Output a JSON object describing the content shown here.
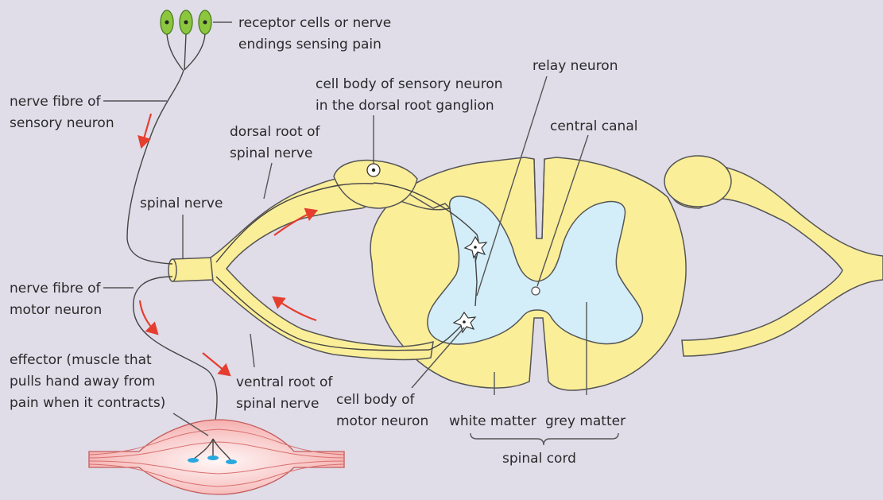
{
  "labels": {
    "receptor_line1": "receptor cells or nerve",
    "receptor_line2": "endings sensing pain",
    "sensory_fibre_line1": "nerve fibre of",
    "sensory_fibre_line2": "sensory neuron",
    "cell_body_sensory_line1": "cell body of sensory neuron",
    "cell_body_sensory_line2": "in the dorsal root ganglion",
    "relay_neuron": "relay neuron",
    "central_canal": "central canal",
    "dorsal_root_line1": "dorsal root of",
    "dorsal_root_line2": "spinal nerve",
    "spinal_nerve": "spinal nerve",
    "motor_fibre_line1": "nerve fibre of",
    "motor_fibre_line2": "motor neuron",
    "effector_line1": "effector (muscle that",
    "effector_line2": "pulls hand away from",
    "effector_line3": "pain when it contracts)",
    "ventral_root_line1": "ventral root of",
    "ventral_root_line2": "spinal nerve",
    "cell_body_motor_line1": "cell body of",
    "cell_body_motor_line2": "motor neuron",
    "white_matter": "white matter",
    "grey_matter": "grey matter",
    "spinal_cord": "spinal cord"
  },
  "colors": {
    "background": "#e0dde9",
    "white_matter": "#fbee99",
    "grey_matter": "#d3eef8",
    "outline": "#555555",
    "receptor": "#8cc63f",
    "impulse_arrow": "#e53e2f",
    "muscle": "#f4a9a8",
    "motor_end_plate": "#29a8df"
  }
}
